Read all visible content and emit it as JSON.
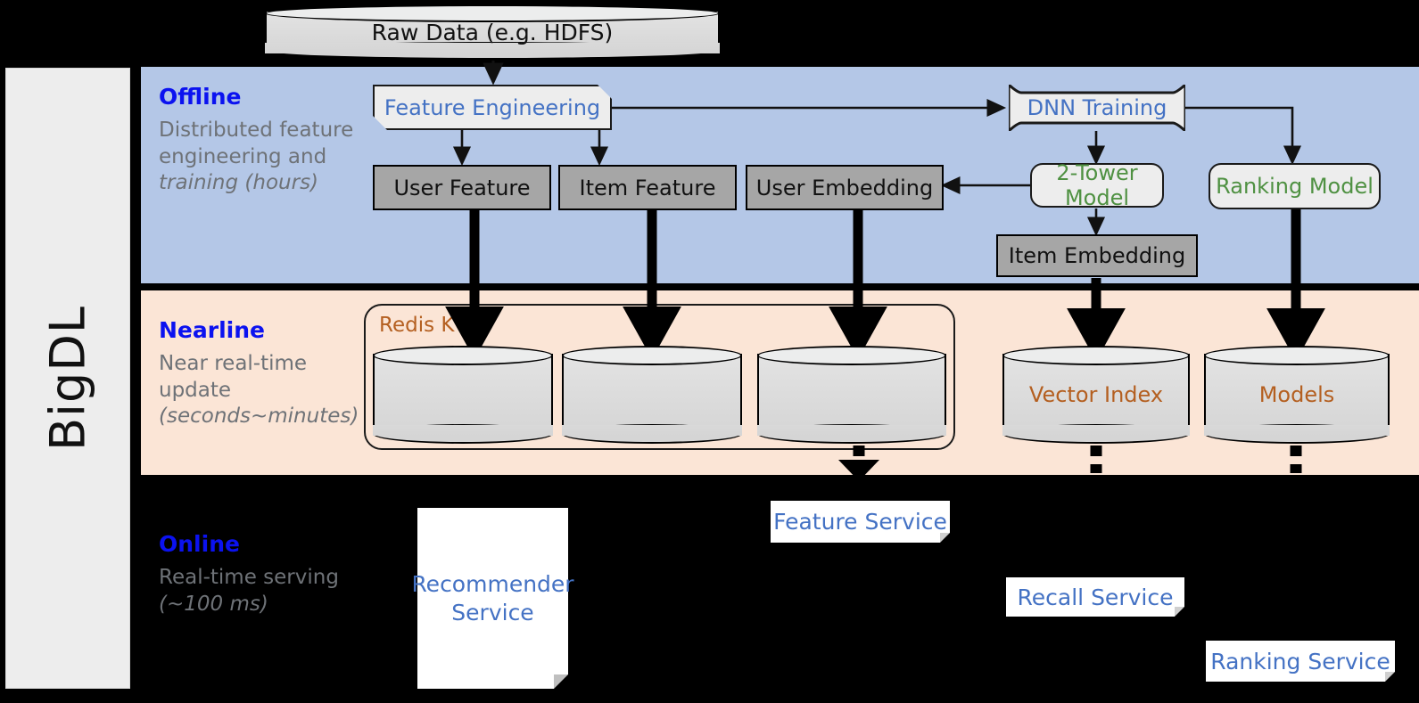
{
  "platform": {
    "name": "BigDL"
  },
  "source": {
    "label": "Raw Data (e.g. HDFS)"
  },
  "bands": {
    "offline": {
      "title": "Offline",
      "description": "Distributed feature engineering and ",
      "description_italic": "training (hours)"
    },
    "nearline": {
      "title": "Nearline",
      "description": "Near real-time update ",
      "description_italic": "(seconds~minutes)"
    },
    "online": {
      "title": "Online",
      "description": "Real-time serving ",
      "description_italic": "(~100 ms)"
    }
  },
  "offline_nodes": {
    "feature_engineering": "Feature Engineering",
    "dnn_training": "DNN Training",
    "user_feature": "User Feature",
    "item_feature": "Item Feature",
    "user_embedding": "User Embedding",
    "two_tower_model": "2-Tower Model",
    "ranking_model": "Ranking Model",
    "item_embedding": "Item Embedding"
  },
  "nearline_nodes": {
    "redis_kv": "Redis KV",
    "store_user_feature": "",
    "store_item_feature": "",
    "store_user_embedding": "",
    "vector_index": "Vector Index",
    "models": "Models"
  },
  "online_nodes": {
    "recommender_service": "Recommender Service",
    "feature_service": "Feature Service",
    "recall_service": "Recall Service",
    "ranking_service": "Ranking Service"
  },
  "colors": {
    "offline_band": "#b4c7e7",
    "nearline_band": "#fbe5d6",
    "online_band": "#000000",
    "band_title": "#0b12f0",
    "band_desc": "#6e7277",
    "process_blue": "#4472c4",
    "model_green": "#4f9142",
    "store_brown": "#b45f20",
    "data_box_grey": "#a6a6a6",
    "rail_grey": "#ededed"
  }
}
